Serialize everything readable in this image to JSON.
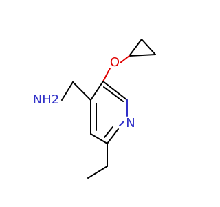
{
  "molecule": {
    "atoms": {
      "amine": "NH2",
      "ring_nitrogen": "N",
      "ether_oxygen": "O"
    },
    "colors": {
      "bond": "#000000",
      "nitrogen": "#3030c8",
      "oxygen": "#e00000",
      "background": "#ffffff"
    }
  }
}
